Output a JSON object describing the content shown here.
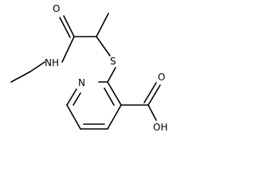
{
  "structure": {
    "atoms": {
      "amide_oxygen": "O",
      "amide_nitrogen": "NH",
      "sulfur": "S",
      "ring_nitrogen": "N",
      "carbonyl_oxygen": "O",
      "hydroxyl": "OH"
    },
    "bond_color": "#000000",
    "label_color": "#000000"
  }
}
